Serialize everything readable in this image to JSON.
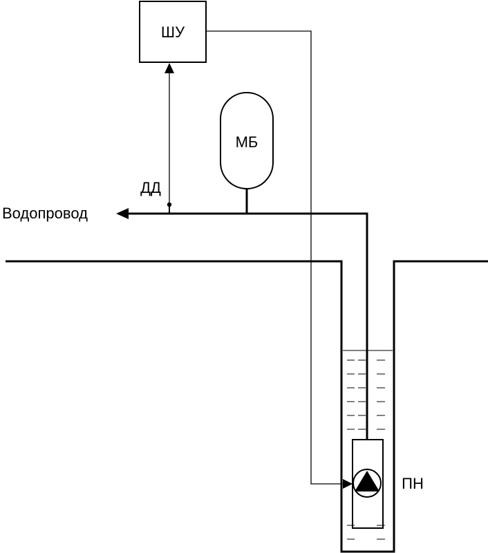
{
  "labels": {
    "control_cabinet": "ШУ",
    "membrane_tank": "МБ",
    "pressure_sensor": "ДД",
    "water_supply": "Водопровод",
    "submersible_pump": "ПН"
  }
}
